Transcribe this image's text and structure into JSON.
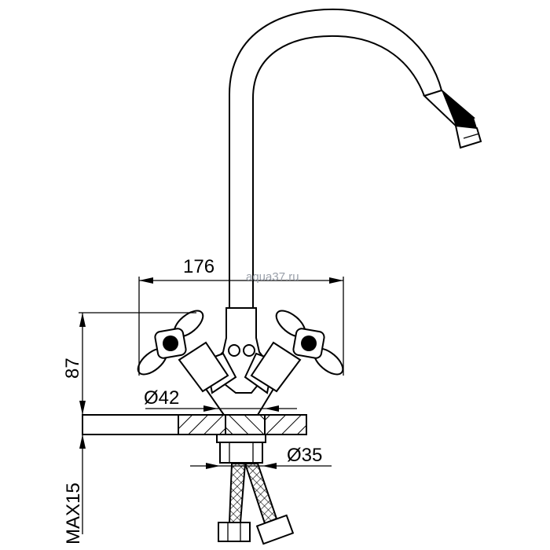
{
  "dimensions": {
    "spout_reach": "176",
    "body_height": "87",
    "base_diameter": "Ø42",
    "shank_diameter": "Ø35",
    "max_counter_thickness": "MAX15"
  },
  "watermark": "aqua37.ru",
  "colors": {
    "line": "#000000",
    "watermark": "#9aa0aa"
  }
}
